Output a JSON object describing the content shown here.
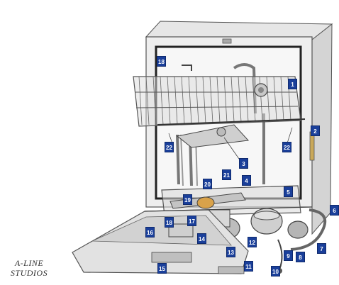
{
  "colors": {
    "marker_fill": "#1a3f9a",
    "line": "#555555",
    "body_tint": "#ececec",
    "accent_orange": "#d9a24a"
  },
  "credit": {
    "line1": "A-LINE",
    "line2": "STUDIOS"
  },
  "callouts": [
    {
      "id": "c1",
      "label": "1"
    },
    {
      "id": "c2",
      "label": "2"
    },
    {
      "id": "c3",
      "label": "3"
    },
    {
      "id": "c4",
      "label": "4"
    },
    {
      "id": "c5",
      "label": "5"
    },
    {
      "id": "c6",
      "label": "6"
    },
    {
      "id": "c7",
      "label": "7"
    },
    {
      "id": "c8",
      "label": "8"
    },
    {
      "id": "c9",
      "label": "9"
    },
    {
      "id": "c10",
      "label": "10"
    },
    {
      "id": "c11",
      "label": "11"
    },
    {
      "id": "c12",
      "label": "12"
    },
    {
      "id": "c13",
      "label": "13"
    },
    {
      "id": "c14",
      "label": "14"
    },
    {
      "id": "c15",
      "label": "15"
    },
    {
      "id": "c16",
      "label": "16"
    },
    {
      "id": "c17",
      "label": "17"
    },
    {
      "id": "c18a",
      "label": "18"
    },
    {
      "id": "c18b",
      "label": "18"
    },
    {
      "id": "c19",
      "label": "19"
    },
    {
      "id": "c20",
      "label": "20"
    },
    {
      "id": "c21",
      "label": "21"
    },
    {
      "id": "c22a",
      "label": "22"
    },
    {
      "id": "c22b",
      "label": "22"
    }
  ]
}
